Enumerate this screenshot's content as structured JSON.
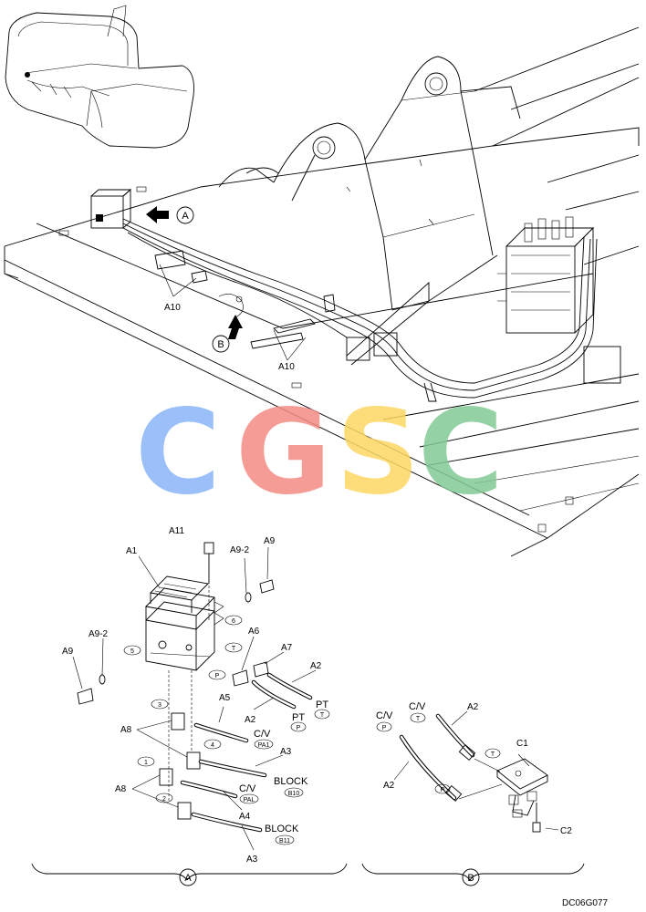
{
  "labels": {
    "callout_a": "A",
    "callout_b": "B",
    "a10": "A10",
    "a11": "A11",
    "a1": "A1",
    "a9_2": "A9-2",
    "a9": "A9",
    "a6": "A6",
    "a7": "A7",
    "a2": "A2",
    "a5": "A5",
    "a8": "A8",
    "a3": "A3",
    "a4": "A4",
    "pt": "PT",
    "cv": "C/V",
    "block": "BLOCK",
    "c1": "C1",
    "c2": "C2",
    "port_p": "P",
    "port_t": "T",
    "port_pa1": "PA1",
    "port_pa1_alt": "PAL",
    "port_b10": "B10",
    "port_b11": "B11",
    "num_1": "1",
    "num_2": "2",
    "num_3": "3",
    "num_4": "4",
    "num_5": "5",
    "num_6": "6",
    "drawing_code": "DC06G077"
  },
  "watermark": {
    "letters": [
      "C",
      "G",
      "S",
      "C"
    ],
    "colors": [
      "#8ab4f8",
      "#f28b82",
      "#fdd663",
      "#81c995"
    ]
  }
}
